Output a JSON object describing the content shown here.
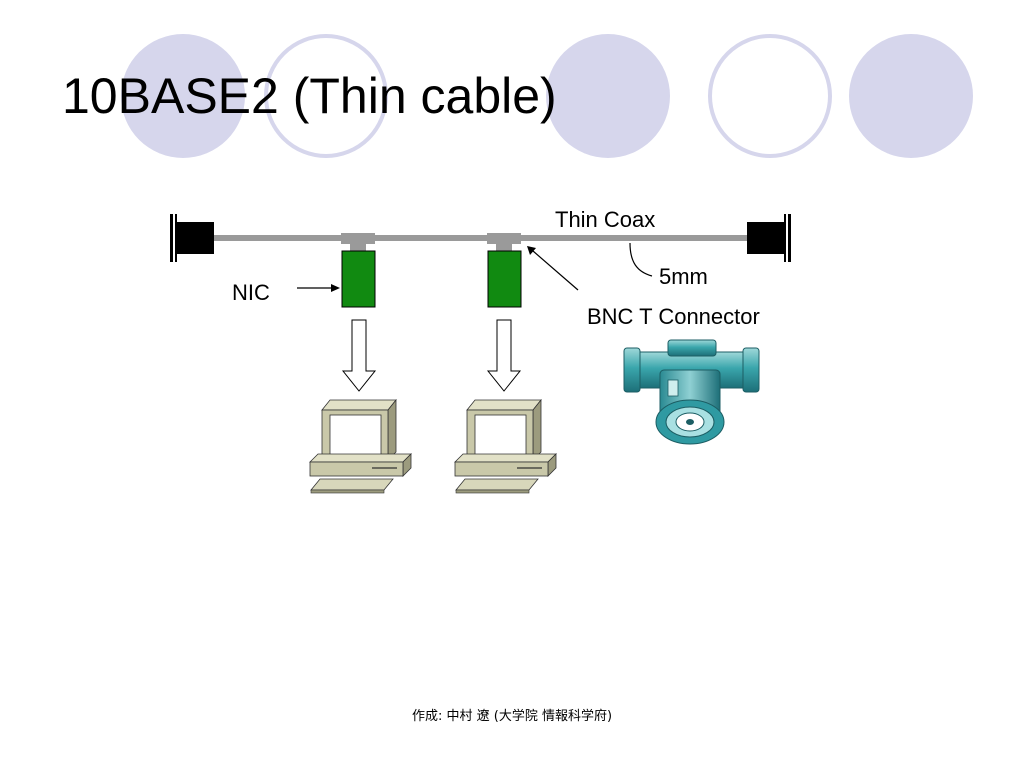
{
  "slide": {
    "title": "10BASE2 (Thin cable)",
    "footer": "作成: 中村 遼 (大学院 情報科学府)"
  },
  "diagram": {
    "labels": {
      "thin_coax": "Thin Coax",
      "diameter": "5mm",
      "nic": "NIC",
      "bnc_t_connector": "BNC T Connector"
    }
  },
  "colors": {
    "circle_fill": "#d6d6ec",
    "circle_outline": "#d6d6ec",
    "cable": "#9a9a9a",
    "terminator": "#000000",
    "nic": "#118a11",
    "computer": "#c9c8a9",
    "bnc_metal": "#3aa6ac"
  }
}
